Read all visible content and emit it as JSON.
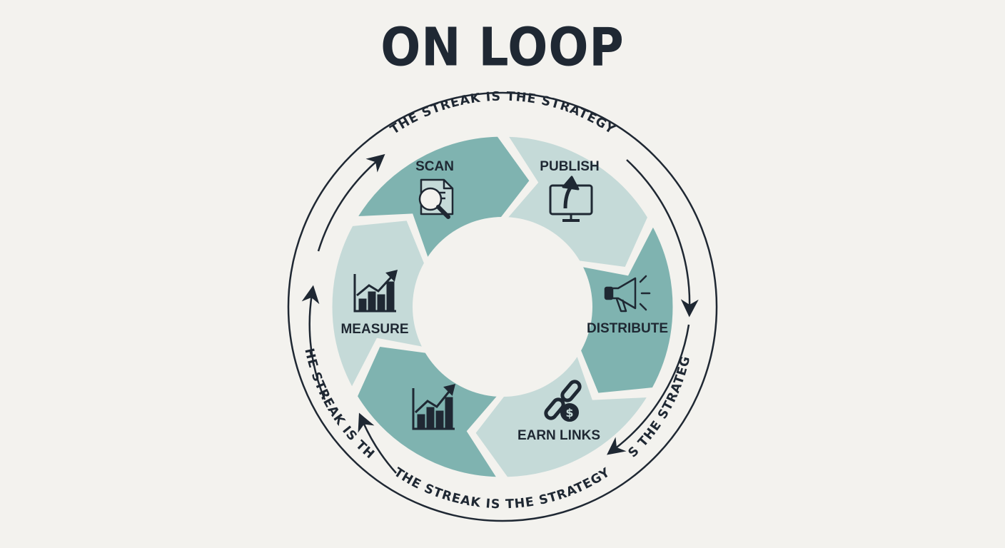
{
  "title": "ON LOOP",
  "ring_texts": {
    "top": "THE STREAK IS THE STRATEGY",
    "right": "IS THE STRATEGY",
    "bottom": "THE STREAK IS THE STRATEGY",
    "left": "THE STREAK IS THE"
  },
  "segments": [
    {
      "label": "SCAN",
      "icon": "magnifier-document-icon",
      "color": "#7fb3b0"
    },
    {
      "label": "PUBLISH",
      "icon": "monitor-upload-icon",
      "color": "#c5dad8"
    },
    {
      "label": "DISTRIBUTE",
      "icon": "megaphone-icon",
      "color": "#7fb3b0"
    },
    {
      "label": "EARN LINKS",
      "icon": "chain-dollar-icon",
      "color": "#c5dad8"
    },
    {
      "label": "",
      "icon": "growth-chart-icon",
      "color": "#7fb3b0"
    },
    {
      "label": "MEASURE",
      "icon": "growth-chart-icon",
      "color": "#c5dad8"
    }
  ],
  "colors": {
    "background": "#f3f2ee",
    "ink": "#1f2833",
    "teal_dark": "#7fb3b0",
    "teal_light": "#c5dad8"
  }
}
